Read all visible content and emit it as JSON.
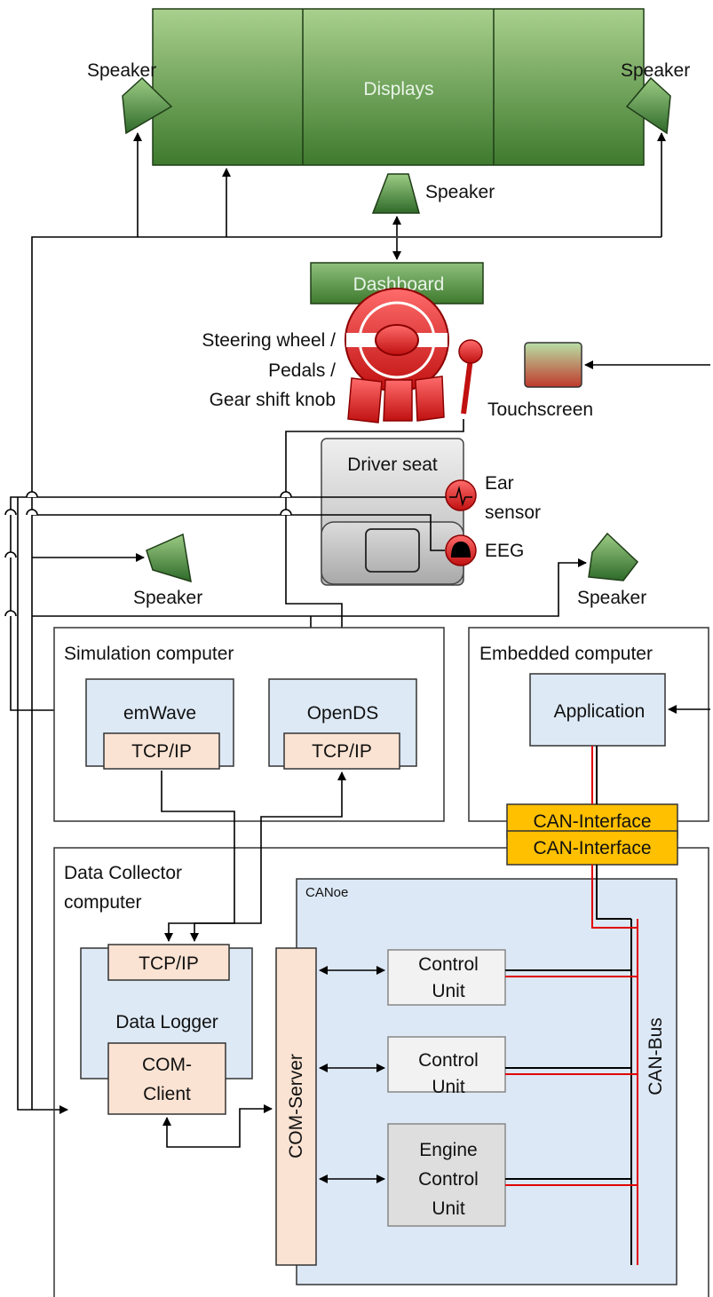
{
  "displays": "Displays",
  "speakers": {
    "top_left": "Speaker",
    "top_right": "Speaker",
    "center": "Speaker",
    "middle_left": "Speaker",
    "middle_right": "Speaker"
  },
  "dashboard": "Dashboard",
  "controls_label": [
    "Steering wheel /",
    "Pedals /",
    "Gear shift knob"
  ],
  "touchscreen": "Touchscreen",
  "driver_seat": "Driver seat",
  "ear_sensor": [
    "Ear",
    "sensor"
  ],
  "eeg": "EEG",
  "simulation_computer": {
    "title": "Simulation computer",
    "emwave": "emWave",
    "opends": "OpenDS",
    "tcp_emwave": "TCP/IP",
    "tcp_opends": "TCP/IP"
  },
  "embedded_computer": {
    "title": "Embedded computer",
    "application": "Application",
    "can_interface": "CAN-Interface"
  },
  "data_collector": {
    "title": [
      "Data Collector",
      "computer"
    ],
    "can_interface": "CAN-Interface",
    "data_logger": "Data Logger",
    "tcp": "TCP/IP",
    "com_client": [
      "COM-",
      "Client"
    ],
    "com_server": "COM-Server",
    "canoe": "CANoe",
    "control_unit_1": [
      "Control",
      "Unit"
    ],
    "control_unit_2": [
      "Control",
      "Unit"
    ],
    "engine_control_unit": [
      "Engine",
      "Control",
      "Unit"
    ],
    "can_bus": "CAN-Bus"
  },
  "colors": {
    "display_green": "#4e8a3c",
    "dashboard_green": "#5a9a4a",
    "speaker_green": "#3f7f3a",
    "steering_red": "#e02020",
    "can_orange": "#ffc000",
    "box_blue": "#dde9f5",
    "box_peach": "#fbe3d3",
    "canoe_blue": "#dce8f5",
    "seat_gray": "#c8c8c8",
    "red_line": "#e00000"
  }
}
